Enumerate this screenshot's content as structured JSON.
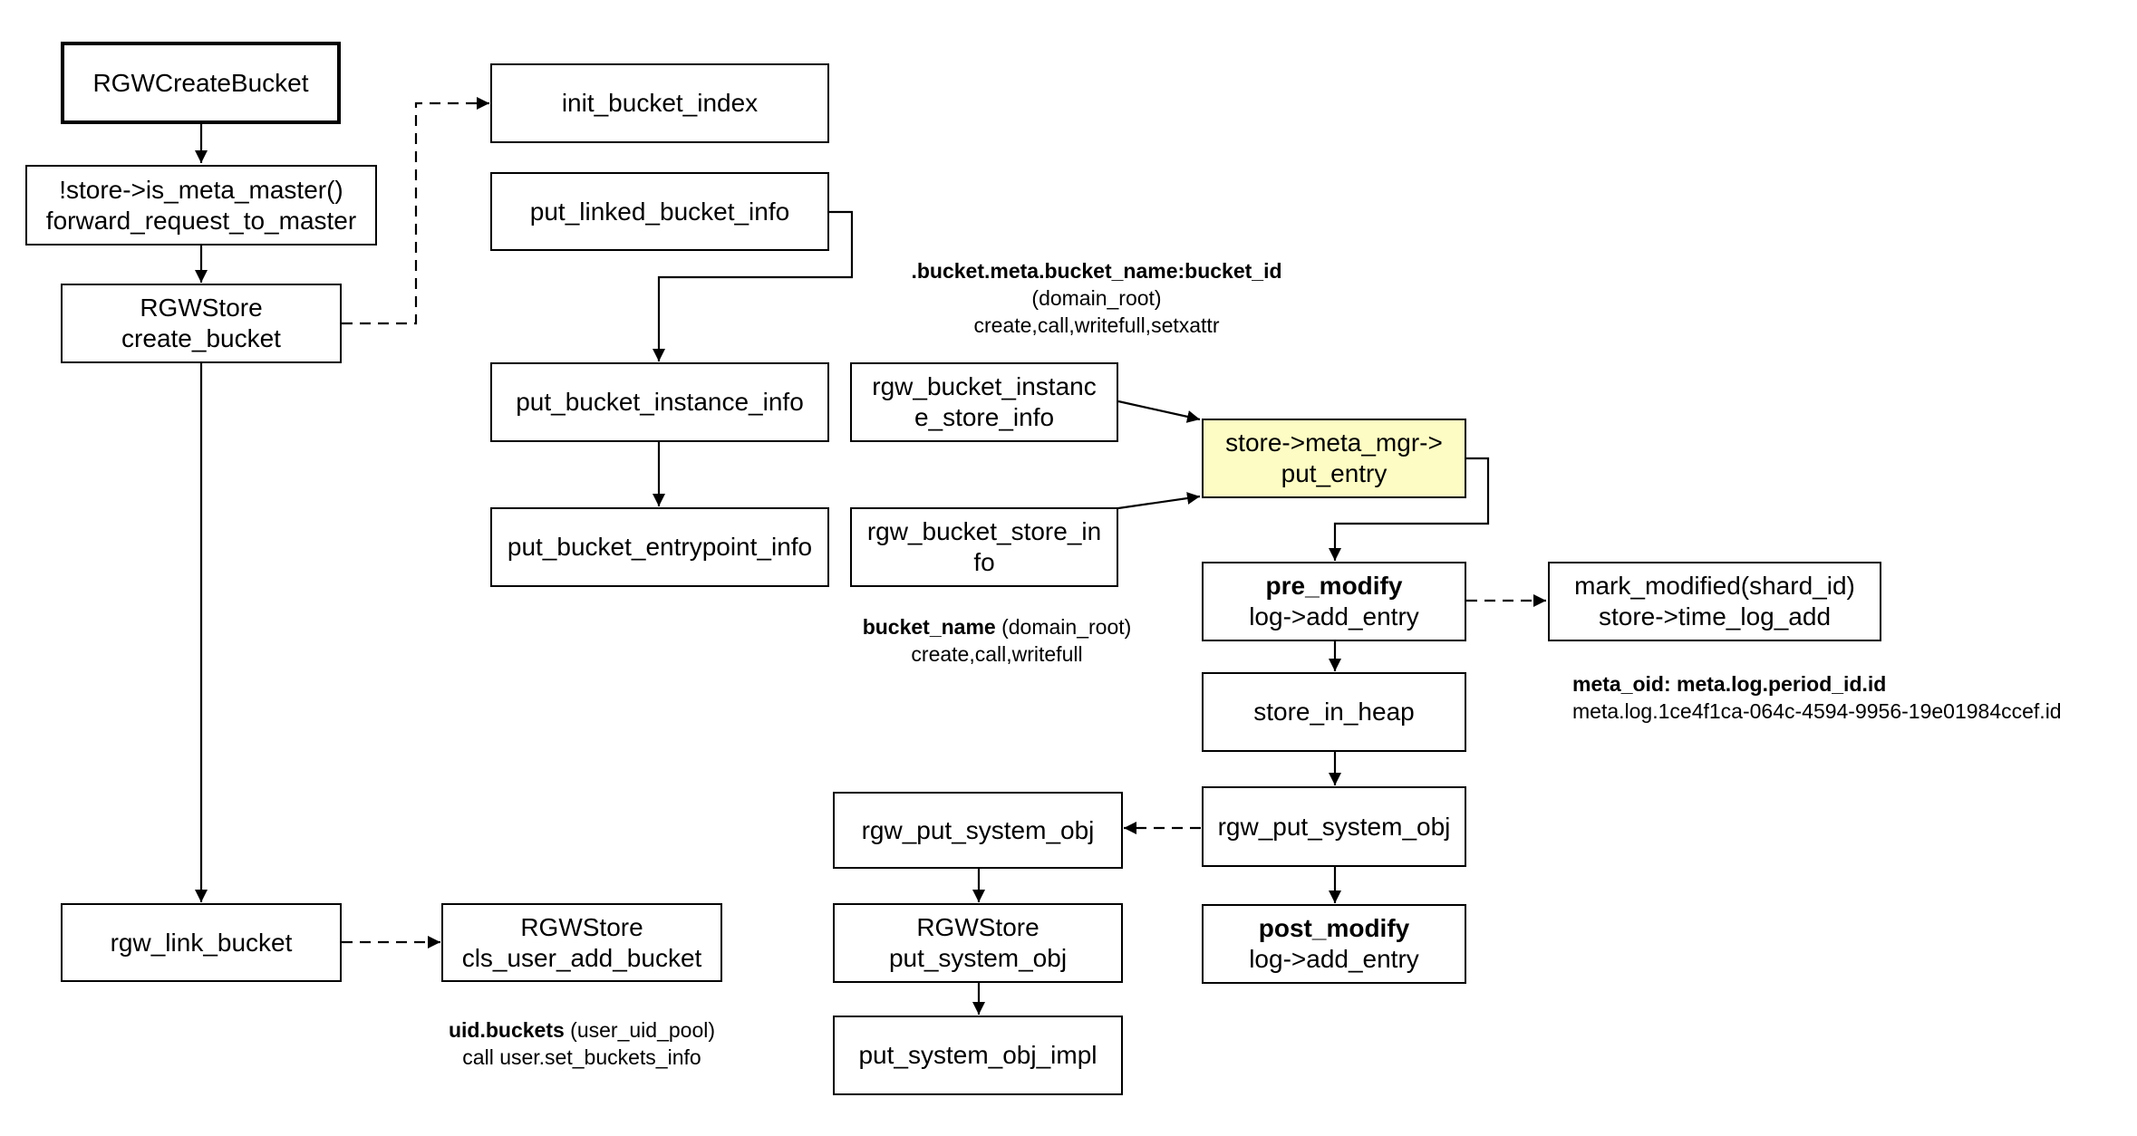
{
  "nodes": {
    "rgw_create_bucket": "RGWCreateBucket",
    "meta_master_1": "!store->is_meta_master()",
    "meta_master_2": "forward_request_to_master",
    "store_create_1": "RGWStore",
    "store_create_2": "create_bucket",
    "link_bucket": "rgw_link_bucket",
    "user_add_1": "RGWStore",
    "user_add_2": "cls_user_add_bucket",
    "init_index": "init_bucket_index",
    "linked_info": "put_linked_bucket_info",
    "instance_info": "put_bucket_instance_info",
    "entrypoint_info": "put_bucket_entrypoint_info",
    "instance_store_1": "rgw_bucket_instanc",
    "instance_store_2": "e_store_info",
    "bucket_store_1": "rgw_bucket_store_in",
    "bucket_store_2": "fo",
    "meta_mgr_1": "store->meta_mgr->",
    "meta_mgr_2": "put_entry",
    "pre_modify_1": "pre_modify",
    "pre_modify_2": "log->add_entry",
    "mark_modified_1": "mark_modified(shard_id)",
    "mark_modified_2": "store->time_log_add",
    "store_in_heap": "store_in_heap",
    "put_sys_obj_right": "rgw_put_system_obj",
    "put_sys_obj_left": "rgw_put_system_obj",
    "post_modify_1": "post_modify",
    "post_modify_2": "log->add_entry",
    "store_put_1": "RGWStore",
    "store_put_2": "put_system_obj",
    "put_impl": "put_system_obj_impl"
  },
  "notes": {
    "bucket_meta_bold": ".bucket.meta.bucket_name:bucket_id",
    "bucket_meta_pool": "(domain_root)",
    "bucket_meta_ops": "create,call,writefull,setxattr",
    "bucket_name_bold": "bucket_name",
    "bucket_name_pool": " (domain_root)",
    "bucket_name_ops": "create,call,writefull",
    "meta_oid_bold": "meta_oid: meta.log.period_id.id",
    "meta_oid_value": "meta.log.1ce4f1ca-064c-4594-9956-19e01984ccef.id",
    "uid_buckets_bold": "uid.buckets",
    "uid_buckets_pool": " (user_uid_pool)",
    "uid_buckets_ops": "call user.set_buckets_info"
  },
  "colors": {
    "highlight_fill": "#fdfcc4",
    "line": "#000000"
  }
}
